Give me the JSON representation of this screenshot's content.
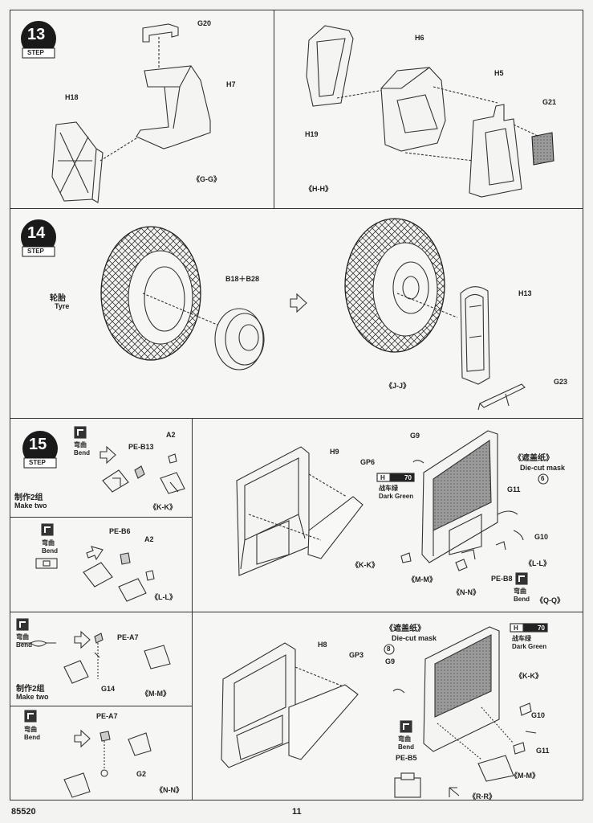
{
  "steps": {
    "s13": {
      "number": "13",
      "step_word": "STEP"
    },
    "s14": {
      "number": "14",
      "step_word": "STEP"
    },
    "s15": {
      "number": "15",
      "step_word": "STEP"
    }
  },
  "panel13a": {
    "labels": {
      "g20": "G20",
      "h7": "H7",
      "h18": "H18"
    },
    "view": "《G-G》"
  },
  "panel13b": {
    "labels": {
      "h6": "H6",
      "h5": "H5",
      "g21": "G21",
      "h19": "H19"
    },
    "view": "《H-H》"
  },
  "panel14": {
    "tyre_cn": "轮胎",
    "tyre_en": "Tyre",
    "b18": "B18＋B28",
    "h13": "H13",
    "g23": "G23",
    "view": "《J-J》"
  },
  "panel15": {
    "bend_cn": "弯曲",
    "bend_en": "Bend",
    "make_two_cn": "制作2组",
    "make_two_en": "Make two",
    "kk": {
      "pe": "PE-B13",
      "a": "A2",
      "view": "《K-K》"
    },
    "ll": {
      "pe": "PE-B6",
      "a": "A2",
      "view": "《L-L》"
    },
    "mm": {
      "pe": "PE-A7",
      "g": "G14",
      "view": "《M-M》"
    },
    "nn": {
      "pe": "PE-A7",
      "g": "G2",
      "view": "《N-N》"
    }
  },
  "door1": {
    "h9": "H9",
    "gp6": "GP6",
    "g9": "G9",
    "g11": "G11",
    "g10": "G10",
    "mask_cn": "《遮盖纸》",
    "mask_en": "Die-cut mask",
    "mask_num": "6",
    "paint_code_h": "H",
    "paint_code": "70",
    "paint_cn": "战车绿",
    "paint_en": "Dark Green",
    "kk": "《K-K》",
    "mm": "《M-M》",
    "nn": "《N-N》",
    "ll": "《L-L》",
    "qq": "《Q-Q》",
    "pe_b8": "PE-B8",
    "bend_cn": "弯曲",
    "bend_en": "Bend"
  },
  "door2": {
    "h8": "H8",
    "gp3": "GP3",
    "g9": "G9",
    "g10": "G10",
    "g11": "G11",
    "mask_cn": "《遮盖纸》",
    "mask_en": "Die-cut mask",
    "mask_num": "8",
    "paint_code_h": "H",
    "paint_code": "70",
    "paint_cn": "战车绿",
    "paint_en": "Dark Green",
    "kk": "《K-K》",
    "mm": "《M-M》",
    "rr": "《R-R》",
    "bend_cn": "弯曲",
    "bend_en": "Bend",
    "pe_b5": "PE-B5"
  },
  "footer": {
    "code": "85520",
    "page": "11"
  }
}
